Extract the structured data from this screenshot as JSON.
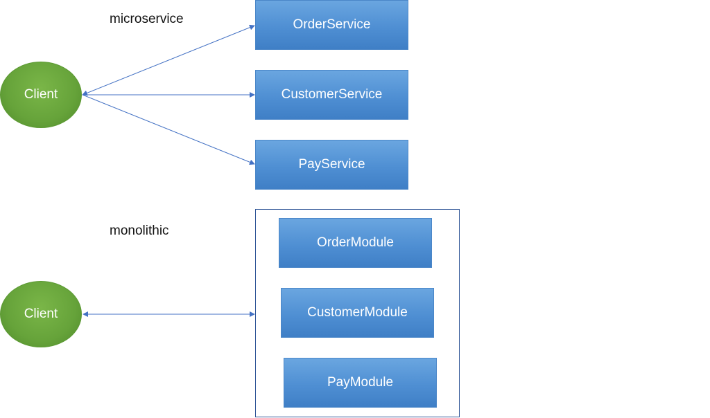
{
  "microservice": {
    "label": "microservice",
    "client_label": "Client",
    "services": [
      "OrderService",
      "CustomerService",
      "PayService"
    ]
  },
  "monolithic": {
    "label": "monolithic",
    "client_label": "Client",
    "modules": [
      "OrderModule",
      "CustomerModule",
      "PayModule"
    ]
  },
  "colors": {
    "client_fill": "#66a33a",
    "box_fill": "#4f8fd3",
    "arrow": "#4472c4",
    "container_border": "#2f5597"
  }
}
